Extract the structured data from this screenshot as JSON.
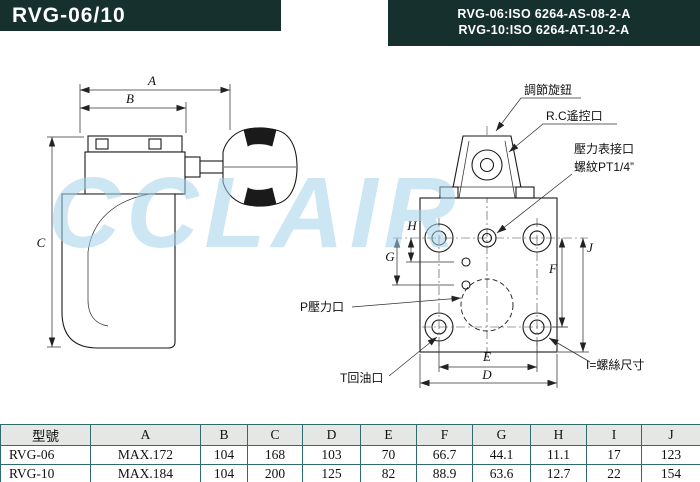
{
  "header": {
    "title": "RVG-06/10",
    "spec_line1": "RVG-06:ISO 6264-AS-08-2-A",
    "spec_line2": "RVG-10:ISO 6264-AT-10-2-A"
  },
  "watermark": "CCLAIR",
  "drawing": {
    "dim_labels": {
      "a": "A",
      "b": "B",
      "c": "C",
      "d": "D",
      "e": "E",
      "f": "F",
      "g": "G",
      "h": "H",
      "j": "J"
    },
    "annotations": {
      "knob": "調節旋鈕",
      "remote_port": "R.C遙控口",
      "gauge_port_line1": "壓力表接口",
      "gauge_port_line2": "螺紋PT1/4”",
      "p_port": "P壓力口",
      "t_port": "T回油口",
      "screw_size": "I=螺絲尺寸"
    }
  },
  "table": {
    "headers": [
      "型號",
      "A",
      "B",
      "C",
      "D",
      "E",
      "F",
      "G",
      "H",
      "I",
      "J"
    ],
    "rows": [
      [
        "RVG-06",
        "MAX.172",
        "104",
        "168",
        "103",
        "70",
        "66.7",
        "44.1",
        "11.1",
        "17",
        "123"
      ],
      [
        "RVG-10",
        "MAX.184",
        "104",
        "200",
        "125",
        "82",
        "88.9",
        "63.6",
        "12.7",
        "22",
        "154"
      ]
    ]
  },
  "colors": {
    "header_bg": "#16302e",
    "table_border": "#2e6b6b",
    "table_header_bg": "#e4e7e4",
    "watermark": "#a5d2ec"
  }
}
